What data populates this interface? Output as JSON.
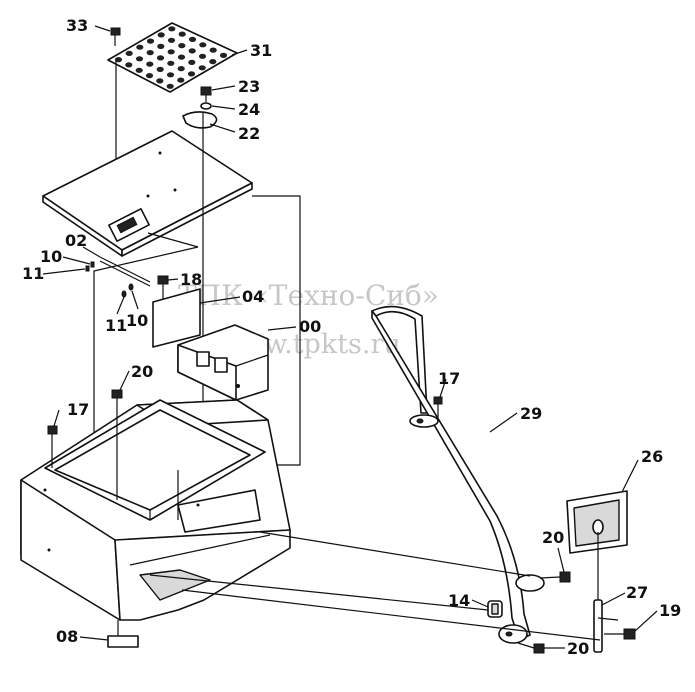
{
  "watermark": {
    "line1": "ТПК «Техно-Сиб»",
    "line2": "www.tpkts.ru"
  },
  "callouts": {
    "c33": "33",
    "c31": "31",
    "c23": "23",
    "c24": "24",
    "c22": "22",
    "c02": "02",
    "c10a": "10",
    "c11a": "11",
    "c18": "18",
    "c04": "04",
    "c11b": "11",
    "c10b": "10",
    "c00": "00",
    "c20a": "20",
    "c17a": "17",
    "c17b": "17",
    "c29": "29",
    "c26": "26",
    "c20b": "20",
    "c14": "14",
    "c27": "27",
    "c19": "19",
    "c20c": "20",
    "c08": "08"
  }
}
